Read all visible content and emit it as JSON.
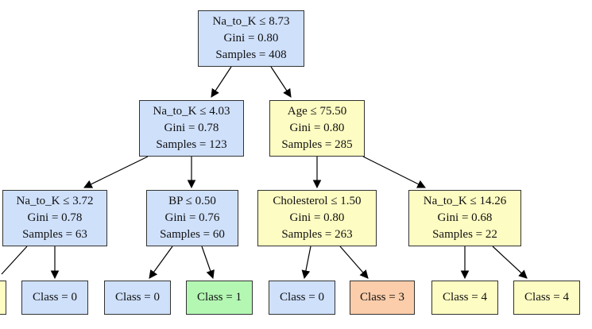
{
  "colors": {
    "blue": "#cfe0fb",
    "yellow": "#fdfcc2",
    "green": "#b3f7b3",
    "orange": "#fbcdaa",
    "border": "#333333"
  },
  "tree": {
    "root": {
      "condition": "Na_to_K ≤ 8.73",
      "gini": "Gini = 0.80",
      "samples": "Samples = 408"
    },
    "left": {
      "condition": "Na_to_K ≤ 4.03",
      "gini": "Gini = 0.78",
      "samples": "Samples = 123"
    },
    "right": {
      "condition": "Age ≤ 75.50",
      "gini": "Gini = 0.80",
      "samples": "Samples = 285"
    },
    "left_left": {
      "condition": "Na_to_K ≤ 3.72",
      "gini": "Gini = 0.78",
      "samples": "Samples = 63"
    },
    "left_right": {
      "condition": "BP ≤ 0.50",
      "gini": "Gini = 0.76",
      "samples": "Samples = 60"
    },
    "right_left": {
      "condition": "Cholesterol ≤ 1.50",
      "gini": "Gini = 0.80",
      "samples": "Samples = 263"
    },
    "right_right": {
      "condition": "Na_to_K ≤ 14.26",
      "gini": "Gini = 0.68",
      "samples": "Samples = 22"
    },
    "leaves": [
      "",
      "Class = 0",
      "Class = 0",
      "Class = 1",
      "Class = 0",
      "Class = 3",
      "Class = 4",
      "Class = 4"
    ]
  }
}
